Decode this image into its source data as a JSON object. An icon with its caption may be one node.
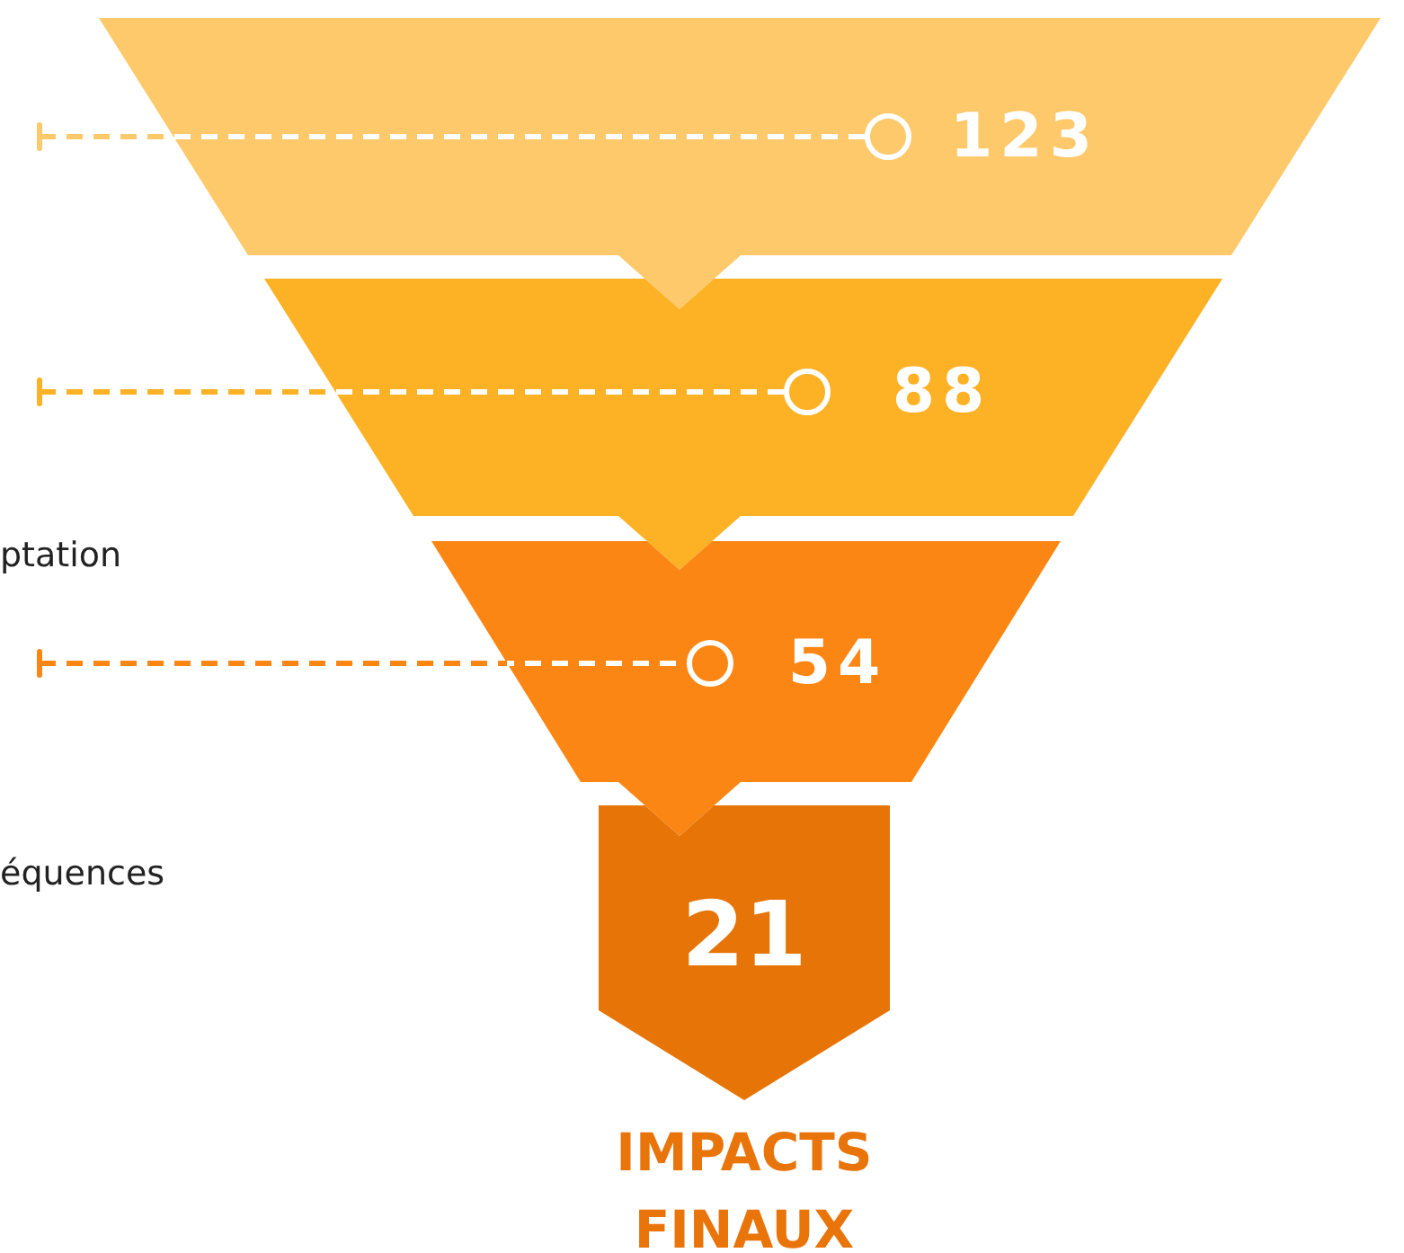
{
  "diagram": {
    "nodes": [
      {
        "text": [
          "123"
        ]
      },
      {
        "text": [
          "88"
        ]
      },
      {
        "text": [
          "54"
        ]
      },
      {
        "text": [
          "21"
        ],
        "beside": [
          "IMPACTS FINAUX"
        ]
      },
      {
        "text": [],
        "shape": "circle",
        "in": 0
      },
      {
        "text": [],
        "shape": "circle",
        "in": 1
      },
      {
        "text": [],
        "shape": "circle",
        "in": 2
      }
    ],
    "edges": [
      {
        "from": 0,
        "to": 1,
        "arrow": "to",
        "color": "#fec96a"
      },
      {
        "from": 1,
        "to": 2,
        "arrow": "to",
        "color": "#fdb124"
      },
      {
        "from": 2,
        "to": 3,
        "arrow": "to",
        "color": "#fc8613"
      },
      {
        "from": null,
        "to": 4,
        "arrow": "other",
        "style": "dashed",
        "color": "#fec96a"
      },
      {
        "from": null,
        "to": 5,
        "arrow": "other",
        "style": "dashed",
        "color": "#fdb124"
      },
      {
        "from": null,
        "to": 6,
        "arrow": "other",
        "style": "dashed",
        "color": "#fc8613"
      }
    ],
    "labels": [
      "ptation",
      "équences"
    ]
  }
}
